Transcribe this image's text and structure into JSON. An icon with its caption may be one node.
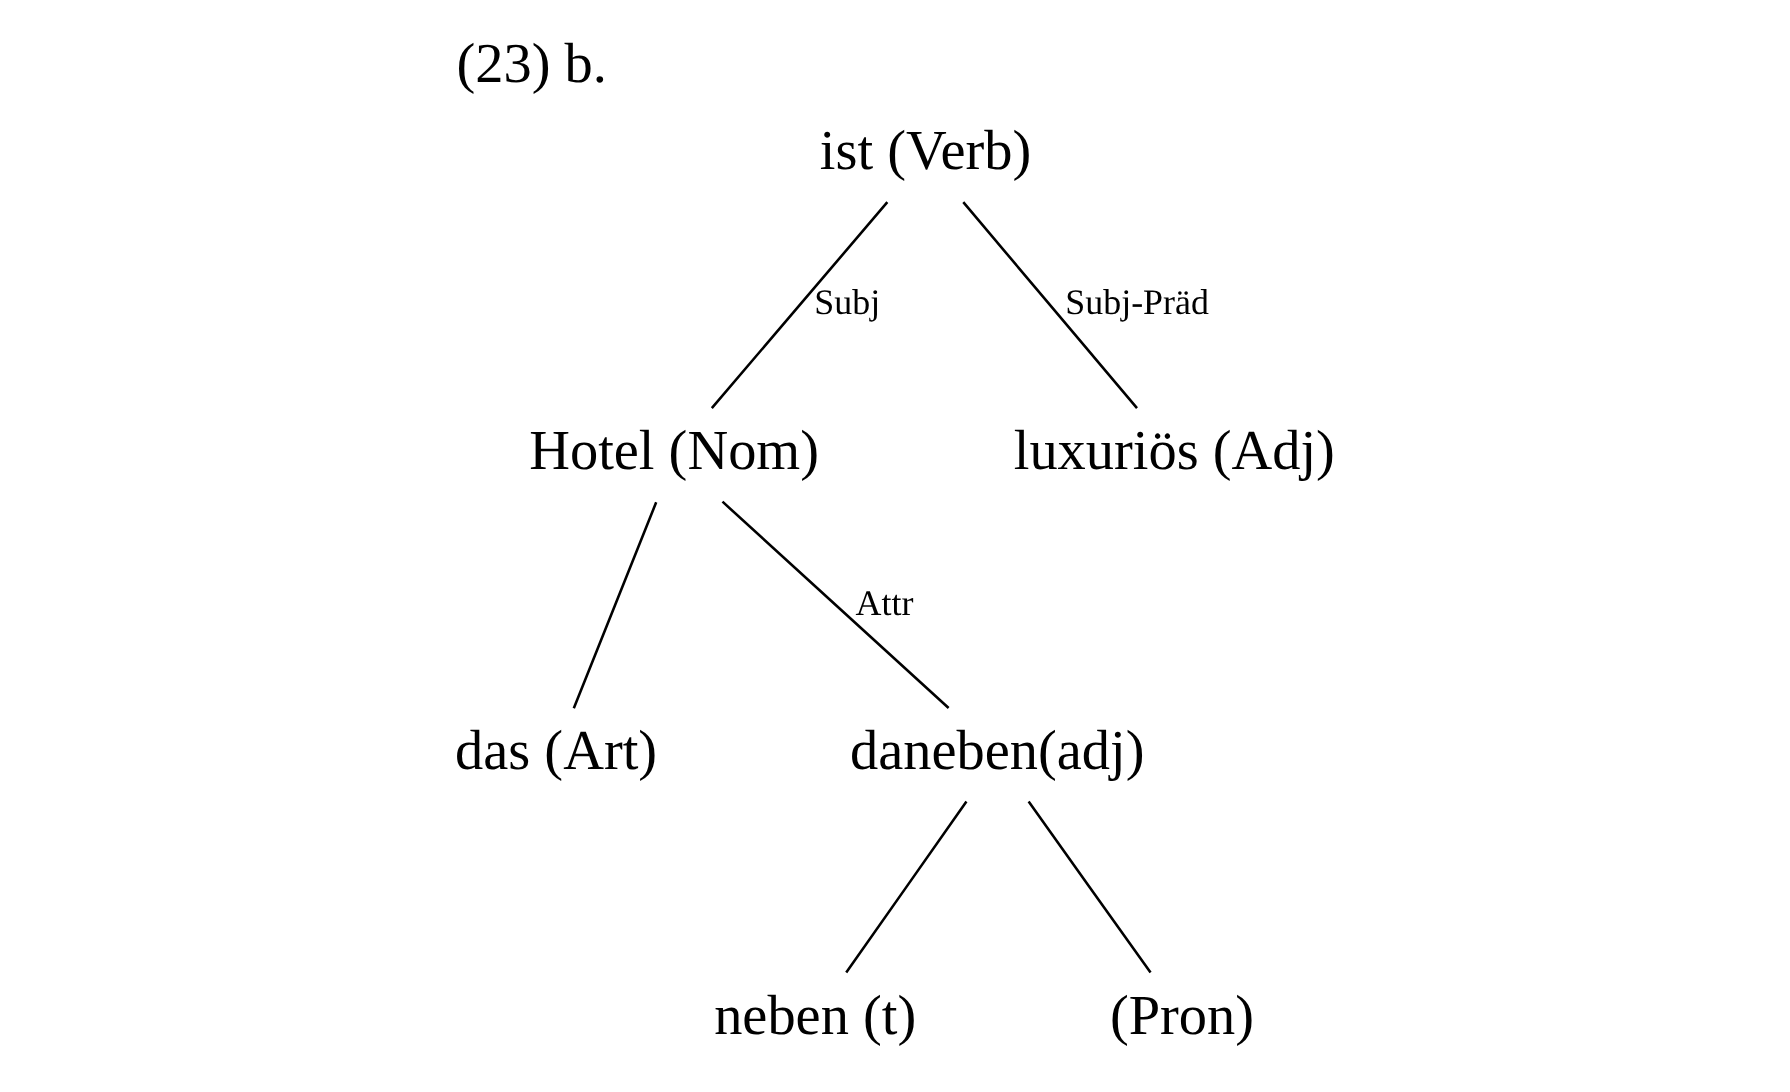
{
  "diagram": {
    "title": "(23) b.",
    "nodes": [
      {
        "text": [
          "ist (Verb)"
        ]
      },
      {
        "text": [
          "Hotel (Nom)"
        ]
      },
      {
        "text": [
          "luxuriös (Adj)"
        ]
      },
      {
        "text": [
          "das (Art)"
        ]
      },
      {
        "text": [
          "daneben(adj)"
        ]
      },
      {
        "text": [
          "neben (t)"
        ]
      },
      {
        "text": [
          "(Pron)"
        ]
      }
    ],
    "edges": [
      {
        "from": 0,
        "to": 1,
        "arrow": "none",
        "label": "Subj"
      },
      {
        "from": 0,
        "to": 2,
        "arrow": "none",
        "label": "Subj-Präd"
      },
      {
        "from": 1,
        "to": 3,
        "arrow": "none"
      },
      {
        "from": 1,
        "to": 4,
        "arrow": "none",
        "label": "Attr"
      },
      {
        "from": 4,
        "to": 5,
        "arrow": "none"
      },
      {
        "from": 4,
        "to": 6,
        "arrow": "none"
      }
    ]
  }
}
